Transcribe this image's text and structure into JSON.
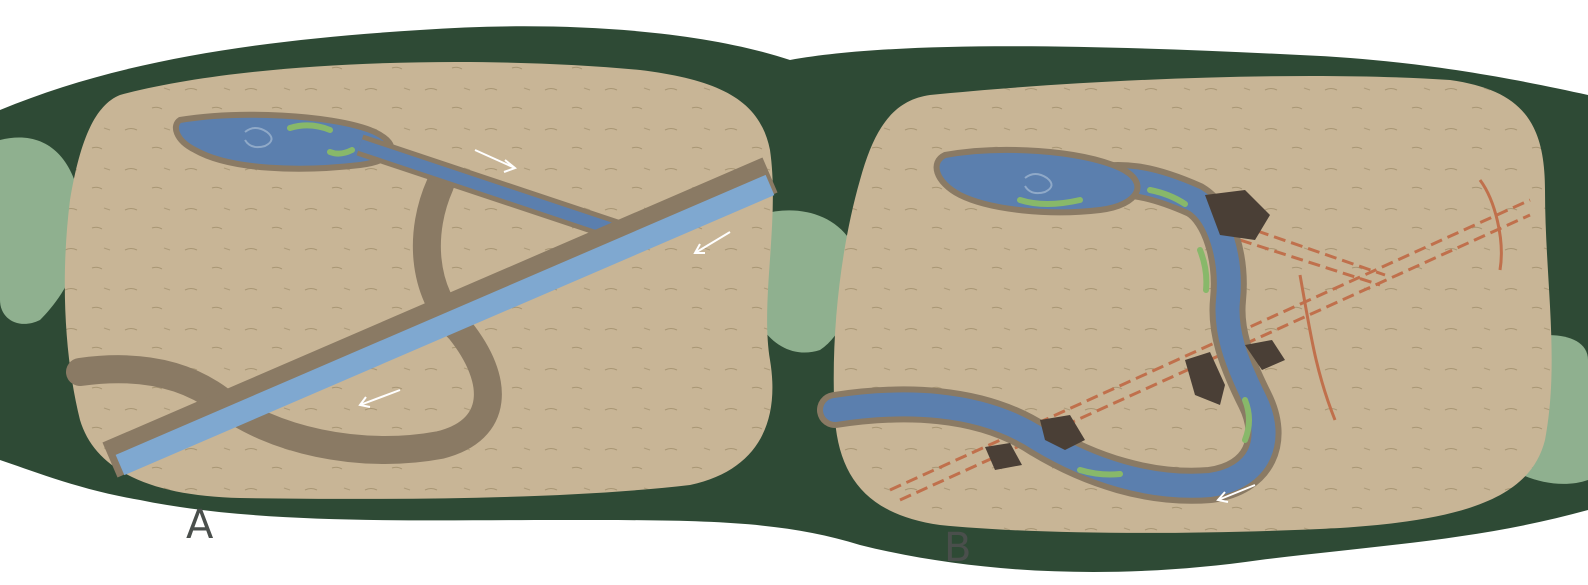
{
  "panels": [
    {
      "id": "A",
      "label": "A"
    },
    {
      "id": "B",
      "label": "B"
    }
  ],
  "colors": {
    "forest": "#2e4a35",
    "meadow": "#8fb08f",
    "ground": "#c8b596",
    "water": "#5b7fae",
    "channel": "#7fa8d0",
    "bank": "#8a7a64",
    "vegetation": "#88b86a",
    "logjam": "#4a3f36",
    "dashed_path": "#c0704c"
  }
}
